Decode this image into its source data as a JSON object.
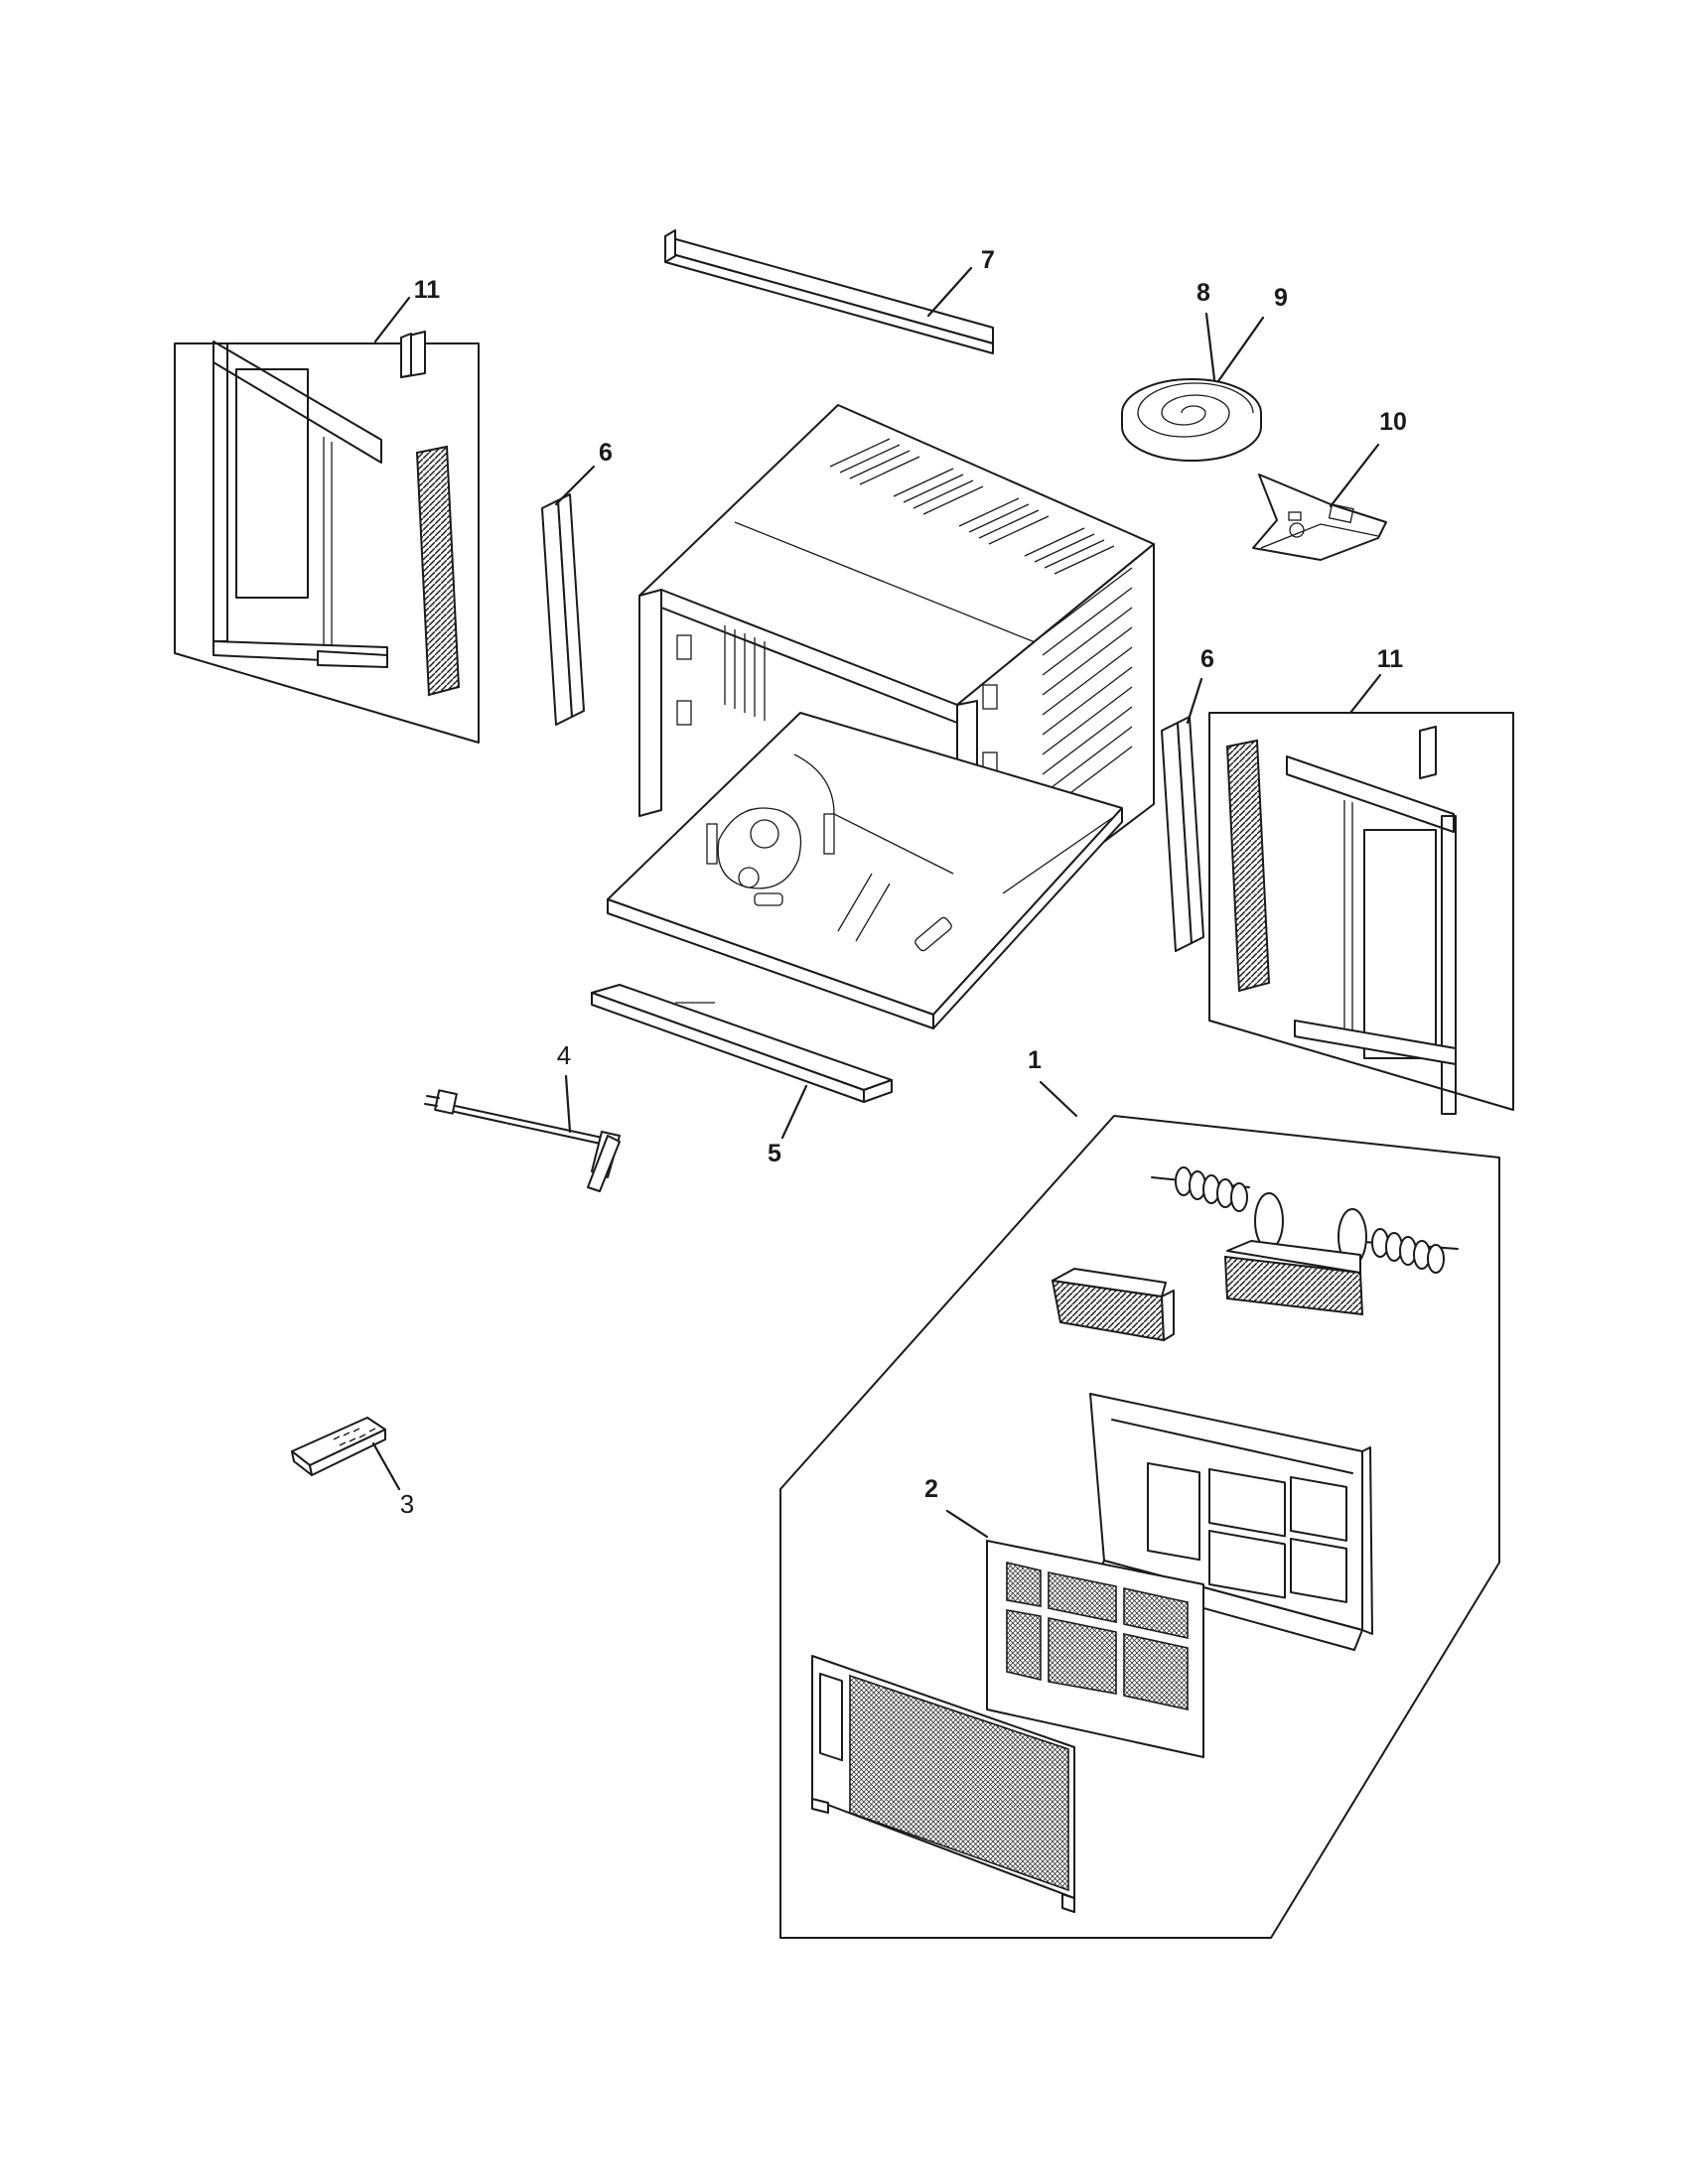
{
  "callouts": {
    "c1": "1",
    "c2": "2",
    "c3": "3",
    "c4": "4",
    "c5": "5",
    "c6a": "6",
    "c6b": "6",
    "c7": "7",
    "c8": "8",
    "c9": "9",
    "c10": "10",
    "c11a": "11",
    "c11b": "11"
  },
  "colors": {
    "line": "#1a1a1a",
    "background": "#ffffff"
  },
  "icons": [
    "hatched-pattern",
    "spiral-seal"
  ]
}
